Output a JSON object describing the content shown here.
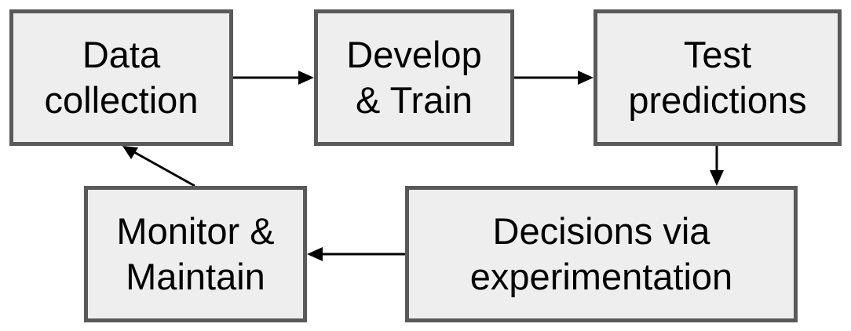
{
  "diagram": {
    "nodes": [
      {
        "id": "data",
        "lines": [
          "Data",
          "collection"
        ]
      },
      {
        "id": "develop",
        "lines": [
          "Develop",
          "& Train"
        ]
      },
      {
        "id": "test",
        "lines": [
          "Test",
          "predictions"
        ]
      },
      {
        "id": "decisions",
        "lines": [
          "Decisions via",
          "experimentation"
        ]
      },
      {
        "id": "monitor",
        "lines": [
          "Monitor &",
          "Maintain"
        ]
      }
    ],
    "edges": [
      {
        "from": "data",
        "to": "develop"
      },
      {
        "from": "develop",
        "to": "test"
      },
      {
        "from": "test",
        "to": "decisions"
      },
      {
        "from": "decisions",
        "to": "monitor"
      },
      {
        "from": "monitor",
        "to": "data"
      }
    ]
  },
  "colors": {
    "box_fill": "#eeeeee",
    "box_border": "#595959",
    "text": "#000000",
    "arrow": "#000000"
  }
}
